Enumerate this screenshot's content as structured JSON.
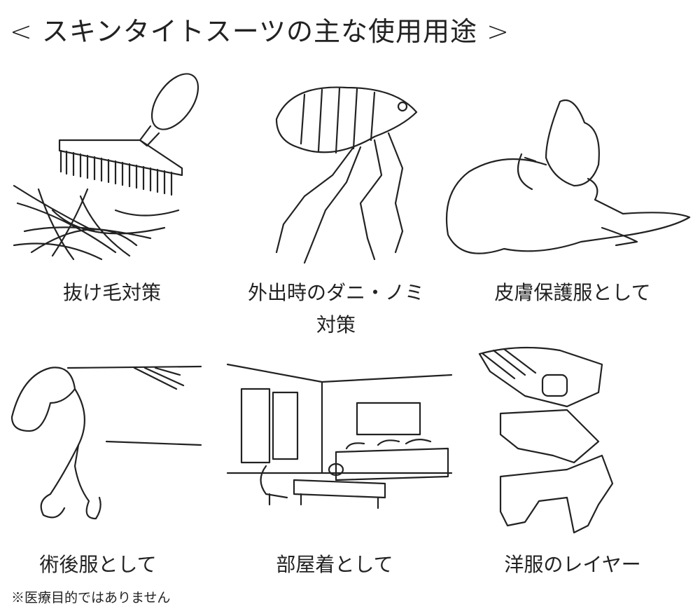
{
  "title": "< スキンタイトスーツの主な使用用途 >",
  "uses": [
    {
      "label": "抜け毛対策",
      "icon": "brush-and-hair-icon"
    },
    {
      "label": "外出時のダニ・ノミ",
      "label2": "対策",
      "icon": "flea-icon"
    },
    {
      "label": "皮膚保護服として",
      "icon": "scratching-dog-icon"
    },
    {
      "label": "術後服として",
      "icon": "bandaged-dog-icon"
    },
    {
      "label": "部屋着として",
      "icon": "living-room-icon"
    },
    {
      "label": "洋服のレイヤー",
      "icon": "layered-clothes-icon"
    }
  ],
  "note": "※医療目的ではありません"
}
